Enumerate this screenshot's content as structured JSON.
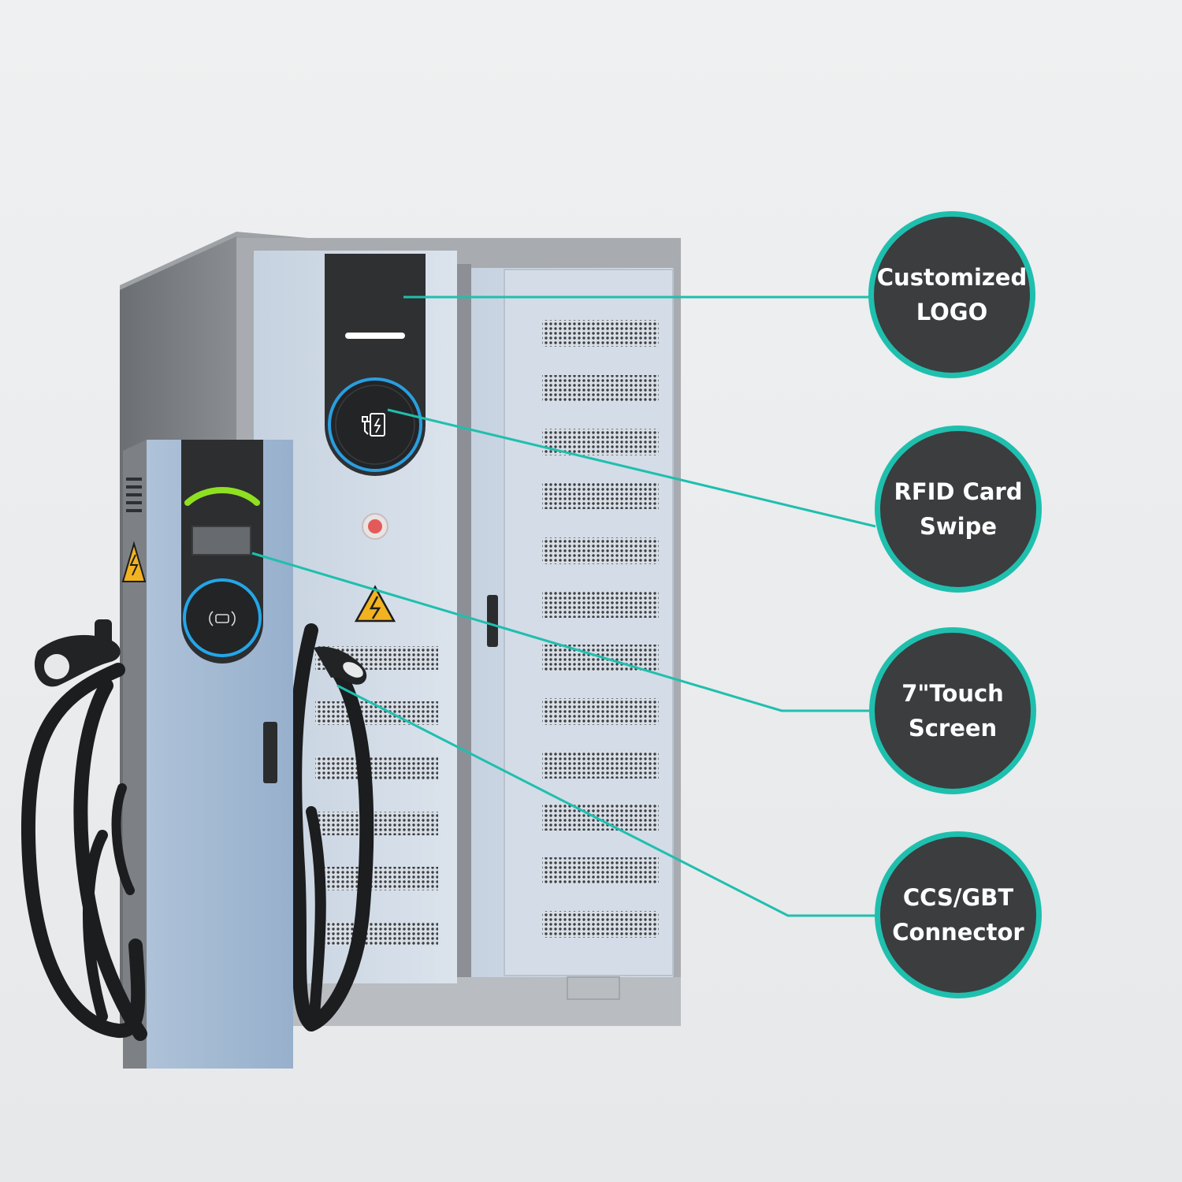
{
  "callouts": [
    {
      "label": "Customized\nLOGO"
    },
    {
      "label": "RFID Card\nSwipe"
    },
    {
      "label": "7\"Touch\nScreen"
    },
    {
      "label": "CCS/GBT\nConnector"
    }
  ],
  "colors": {
    "accent": "#1fbfae",
    "callout_fill": "#3c3d3e",
    "background": "#e8eaeb",
    "cabinet_panel": "#cfd9e6",
    "dispenser_body": "#9fb6d0",
    "head_panel": "#2e2f31",
    "status_arc": "#8ee021",
    "rfid_ring": "#2a9ee0"
  },
  "icons": [
    "warning-triangle-icon",
    "charging-station-icon",
    "rfid-icon",
    "emergency-stop-icon"
  ]
}
